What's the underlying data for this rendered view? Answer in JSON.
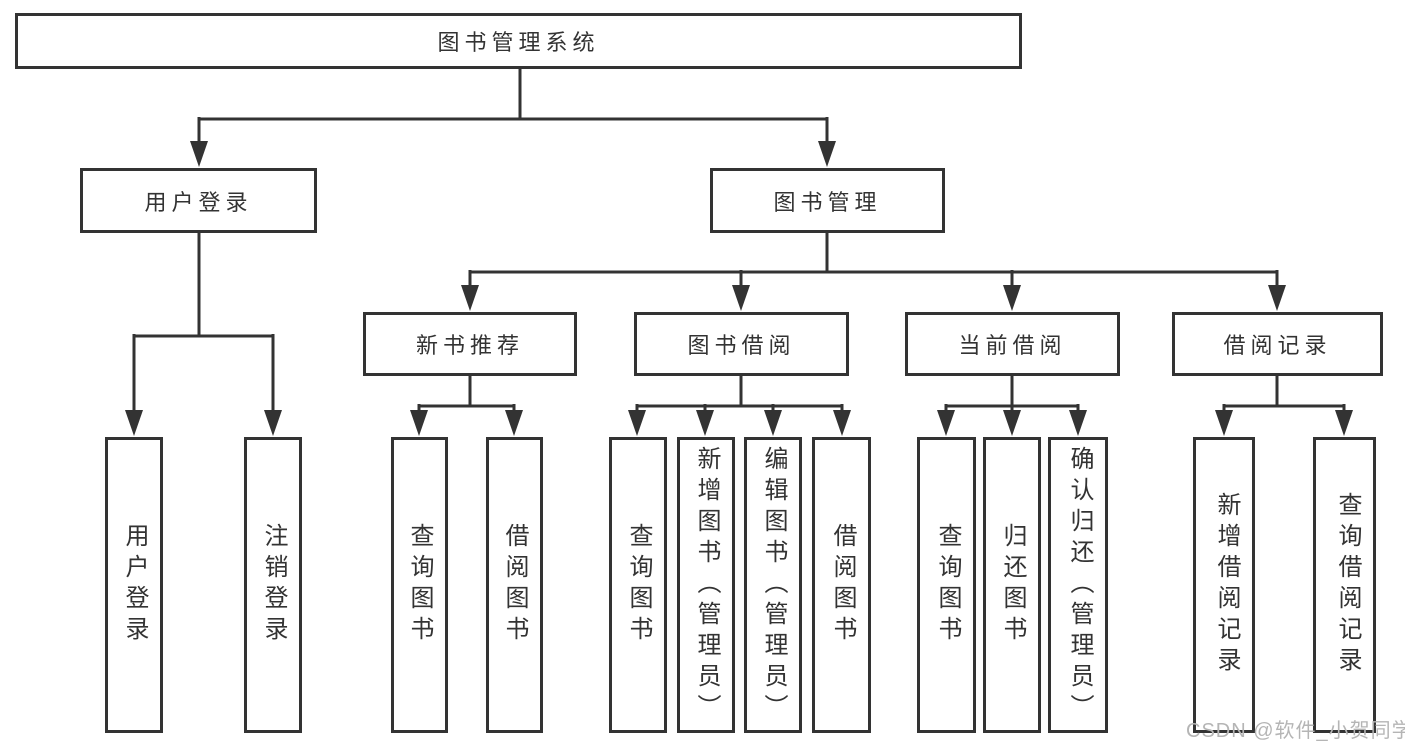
{
  "colors": {
    "line": "#333333",
    "text": "#333333",
    "box_background": "#ffffff",
    "page_background": "#ffffff",
    "watermark": "#b5b5b5"
  },
  "watermark": "CSDN @软件_小贺同学",
  "tree": {
    "label": "图书管理系统",
    "children": [
      {
        "label": "用户登录",
        "children": [
          {
            "label": "用户登录"
          },
          {
            "label": "注销登录"
          }
        ]
      },
      {
        "label": "图书管理",
        "children": [
          {
            "label": "新书推荐",
            "children": [
              {
                "label": "查询图书"
              },
              {
                "label": "借阅图书"
              }
            ]
          },
          {
            "label": "图书借阅",
            "children": [
              {
                "label": "查询图书"
              },
              {
                "label": "新增图书（管理员）"
              },
              {
                "label": "编辑图书（管理员）"
              },
              {
                "label": "借阅图书"
              }
            ]
          },
          {
            "label": "当前借阅",
            "children": [
              {
                "label": "查询图书"
              },
              {
                "label": "归还图书"
              },
              {
                "label": "确认归还（管理员）"
              }
            ]
          },
          {
            "label": "借阅记录",
            "children": [
              {
                "label": "新增借阅记录"
              },
              {
                "label": "查询借阅记录"
              }
            ]
          }
        ]
      }
    ]
  }
}
